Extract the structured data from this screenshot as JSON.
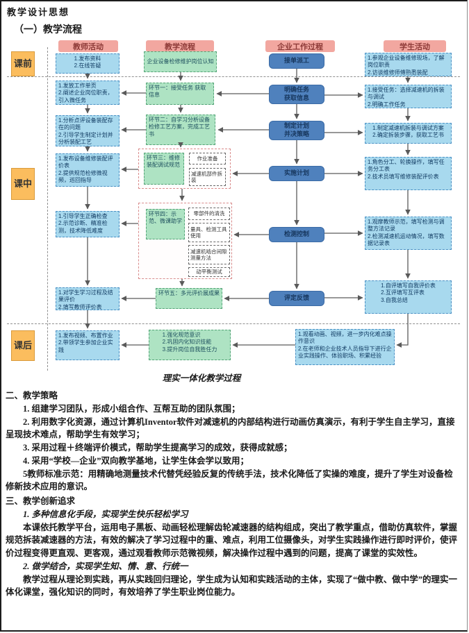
{
  "page": {
    "title": "教学设计思想",
    "section1_heading": "（一）教学流程",
    "caption": "理实一体化教学过程"
  },
  "flowchart": {
    "column_headers": [
      "教师活动",
      "教学流程",
      "企业工作过程",
      "学生活动"
    ],
    "phases": [
      "课前",
      "课中",
      "课后"
    ],
    "teacher": [
      "1.发布资料\n2.在线答疑",
      "1.发放工作单页\n2.阐述企业岗位职责，引入微任务",
      "1.分析点评设备装配存在的问题\n2.引导学生制定计划并分析装配工艺",
      "1.发布设备维修装配评价表\n2.提供规范检修微视频，巡回指导",
      "1.引导学生正确检查\n2.示范诊断、精准检测，技术降低难度",
      "1.对学生学习过程及结果评价\n2.填写教师评价表",
      "1.发布视频、布置作业\n2.带领学生参加企业实践"
    ],
    "process": {
      "g1": "企业设备检修维护岗位认知",
      "g2": "环节一：接受任务 获取信息",
      "g3": "环节二：自学习分析设备检修工艺方案，完成工艺书",
      "g4": "环节三：维修装配调试规范",
      "g5": "环节四：示范、微课助学",
      "g6": "环节五：多元评价展成果",
      "g7": "1.强化规范意识\n2.巩固内化知识技能\n3.提升岗位自我胜任力",
      "subtasks3": [
        "作业准备",
        "减速机部件拆装"
      ],
      "subtasks4": [
        "零部件的清洗",
        "量具、检测工具使用",
        "减速机啮合间隙测量方法",
        "动平衡测试"
      ]
    },
    "enterprise": [
      "接单派工",
      "明确任务\n获取信息",
      "制定计划\n并决策略",
      "实施计划",
      "检测控制",
      "评定反馈"
    ],
    "student": [
      "1.参观企业设备维修现场，了解岗位职责\n2.访谈维修师傅熟悉装配",
      "1.接受任务：选择减速机的拆装与调试\n2.明确工作任务",
      "1.制定减速机拆装与调试方案\n2.确定拆装步骤，获取工艺书",
      "1.角色分工、轮换操作，填写任务分工表\n2.技术员填写维修装配评价表",
      "1.观摩教师示范，填写检测与调整方法记录\n2.检测减速机运动情况，填写数据记录表",
      "1.自评填写自我评价表\n2.互评填写互评表\n3.自我总结",
      "1.观看动画、视频，进一步内化难点操作意识\n2.在老师和企业技术人员指导下进行企业实践操作、体验职场、积累经验"
    ]
  },
  "section2": {
    "heading": "二、教学策略",
    "items": [
      "1. 组建学习团队，形成小组合作、互帮互助的团队氛围；",
      "2. 利用数字化资源，通过计算机Inventor软件对减速机的内部结构进行动画仿真演示，有利于学生自主学习，直接呈现技术难点，帮助学生有效学习；",
      "3. 采用过程＋终端评价模式，帮助学生提高学习的成效，获得成就感；",
      "4. 采用“学校—企业”双向教学基地，让学生体会学以致用；",
      "5教师标准示范：用精确地测量技术代替凭经验反复的传统手法，技术化降低了实操的难度，提升了学生对设备检修新技术应用的意识。"
    ]
  },
  "section3": {
    "heading": "三、教学创新追求",
    "sub1_heading": "1. 多种信息化手段，实现学生快乐轻松学习",
    "para1": "本课依托教学平台，运用电子黑板、动画轻松理解齿轮减速器的结构组成，突出了教学重点，借助仿真软件，掌握规范拆装减速器的方法，有效的解决了学习过程中的重、难点，利用工位摄像头，对学生实践操作进行即时评价，使评价过程变得更直观、更客观，通过观看教师示范微视频，解决操作过程中遇到的问题，提高了课堂的实效性。",
    "sub2_heading": "2. 做学结合，实现学生知、情、意、行统一",
    "para2": "教学过程从理论到实践，再从实践回归理论，学生成为认知和实践活动的主体，实现了“做中教、做中学”的理实一体化课堂，强化知识的同时，有效培养了学生职业岗位能力。"
  },
  "colors": {
    "header_fill": "#f2a7a0",
    "phase_fill": "#fbbd5e",
    "teacher_student_fill": "#a8d9ee",
    "process_fill": "#aee3c3",
    "enterprise_fill": "#4f81bd",
    "group_border": "#d98c8c"
  }
}
